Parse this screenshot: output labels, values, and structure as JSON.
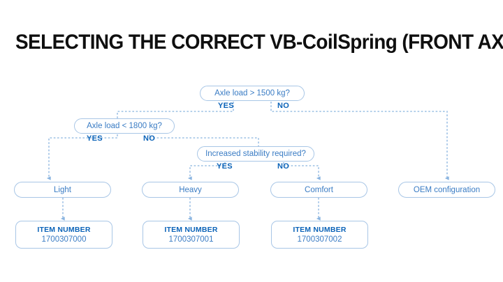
{
  "page": {
    "title": "SELECTING THE CORRECT VB-CoilSpring (FRONT AXLE)",
    "background_color": "#ffffff",
    "title_color": "#0f0f0f"
  },
  "theme": {
    "node_border_color": "#a8c6e6",
    "node_text_color": "#3a7cc4",
    "branch_label_color": "#0b63b8",
    "connector_color": "#9cc0e4",
    "arrowhead_color": "#8ab4e0"
  },
  "diagram": {
    "type": "flowchart",
    "decisions": [
      {
        "id": "axle-load-1500",
        "text": "Axle load > 1500 kg?",
        "yes_label": "YES",
        "no_label": "NO",
        "yes_target": "axle-load-1800",
        "no_target": "oem-configuration"
      },
      {
        "id": "axle-load-1800",
        "text": "Axle load < 1800 kg?",
        "yes_label": "YES",
        "no_label": "NO",
        "yes_target": "light",
        "no_target": "increased-stability"
      },
      {
        "id": "increased-stability",
        "text": "Increased stability required?",
        "yes_label": "YES",
        "no_label": "NO",
        "yes_target": "heavy",
        "no_target": "comfort"
      }
    ],
    "results": [
      {
        "id": "light",
        "label": "Light",
        "item_target": "item-1700307000"
      },
      {
        "id": "heavy",
        "label": "Heavy",
        "item_target": "item-1700307001"
      },
      {
        "id": "comfort",
        "label": "Comfort",
        "item_target": "item-1700307002"
      },
      {
        "id": "oem-configuration",
        "label": "OEM configuration",
        "item_target": null
      }
    ],
    "items": [
      {
        "id": "item-1700307000",
        "heading": "ITEM NUMBER",
        "number": "1700307000"
      },
      {
        "id": "item-1700307001",
        "heading": "ITEM NUMBER",
        "number": "1700307001"
      },
      {
        "id": "item-1700307002",
        "heading": "ITEM NUMBER",
        "number": "1700307002"
      }
    ]
  }
}
